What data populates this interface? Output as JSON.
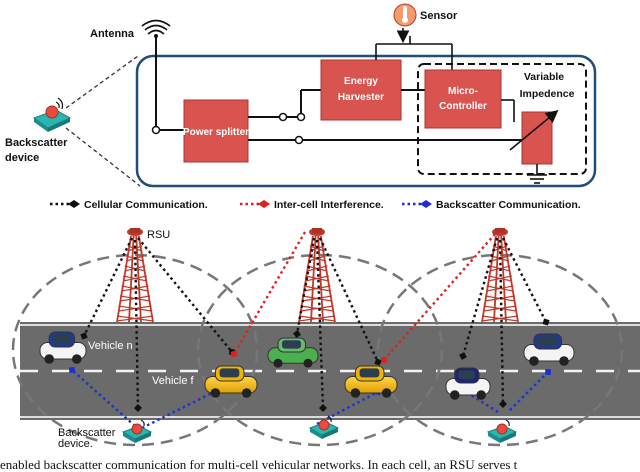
{
  "circuit": {
    "antenna_label": "Antenna",
    "sensor_label": "Sensor",
    "energy_harvester_label": "Energy Harvester",
    "micro_controller_label": "Micro-Controller",
    "variable_impedance_label": "Variable Impedence",
    "power_splitter_label": "Power splitter",
    "backscatter_device_label": "Backscatter device"
  },
  "legend": {
    "items": [
      {
        "label": "Cellular Communication.",
        "color": "#111111"
      },
      {
        "label": "Inter-cell Interference.",
        "color": "#e02020"
      },
      {
        "label": "Backscatter Communication.",
        "color": "#1f2fd6"
      }
    ]
  },
  "scene": {
    "rsu_label": "RSU",
    "vehicle_n_label": "Vehicle n",
    "vehicle_f_label": "Vehicle f",
    "backscatter_device_label": "Backscatter device."
  },
  "caption": "enabled backscatter communication for multi-cell vehicular networks. In each cell, an RSU serves t",
  "colors": {
    "box_red": "#d9534f",
    "frame_blue": "#1f4e79",
    "road": "#6b6b6b",
    "tower_red": "#c0392b"
  }
}
